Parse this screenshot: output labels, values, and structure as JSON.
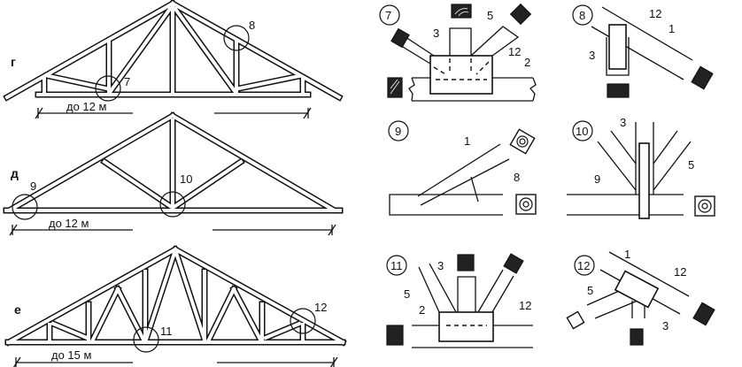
{
  "trusses": [
    {
      "id": "г",
      "span": "до 12 м",
      "callouts": [
        "7",
        "8"
      ]
    },
    {
      "id": "д",
      "span": "до 12 м",
      "callouts": [
        "9",
        "10"
      ]
    },
    {
      "id": "е",
      "span": "до 15 м",
      "callouts": [
        "11",
        "12"
      ]
    }
  ],
  "details": [
    {
      "num": "7",
      "labels": [
        "3",
        "5",
        "12",
        "2"
      ]
    },
    {
      "num": "8",
      "labels": [
        "12",
        "1",
        "3"
      ]
    },
    {
      "num": "9",
      "labels": [
        "1",
        "8"
      ]
    },
    {
      "num": "10",
      "labels": [
        "3",
        "5",
        "9"
      ]
    },
    {
      "num": "11",
      "labels": [
        "3",
        "5",
        "2",
        "12"
      ]
    },
    {
      "num": "12",
      "labels": [
        "1",
        "12",
        "5",
        "3"
      ]
    }
  ],
  "colors": {
    "ink": "#111111",
    "paper": "#ffffff"
  }
}
